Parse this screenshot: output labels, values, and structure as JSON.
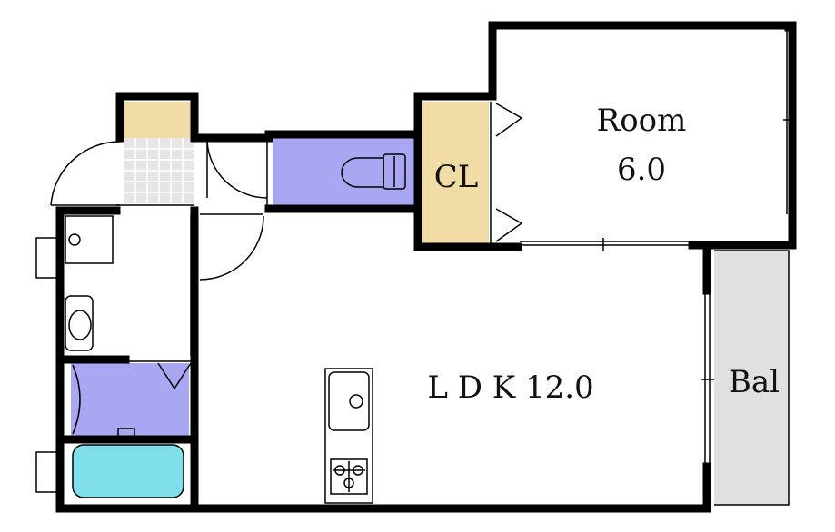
{
  "rooms": {
    "room": {
      "name": "Room",
      "size": "6.0"
    },
    "closet": {
      "name": "CL"
    },
    "ldk": {
      "name": "L D K 12.0"
    },
    "balcony": {
      "name": "Bal"
    }
  },
  "colors": {
    "wall": "#000000",
    "closet": "#f2dca6",
    "toilet_room": "#a9a6f2",
    "bath_tub": "#7fe0ec",
    "balcony": "#e0e0e0",
    "tile": "#e6e6e6",
    "entry_storage": "#f2dca6"
  }
}
